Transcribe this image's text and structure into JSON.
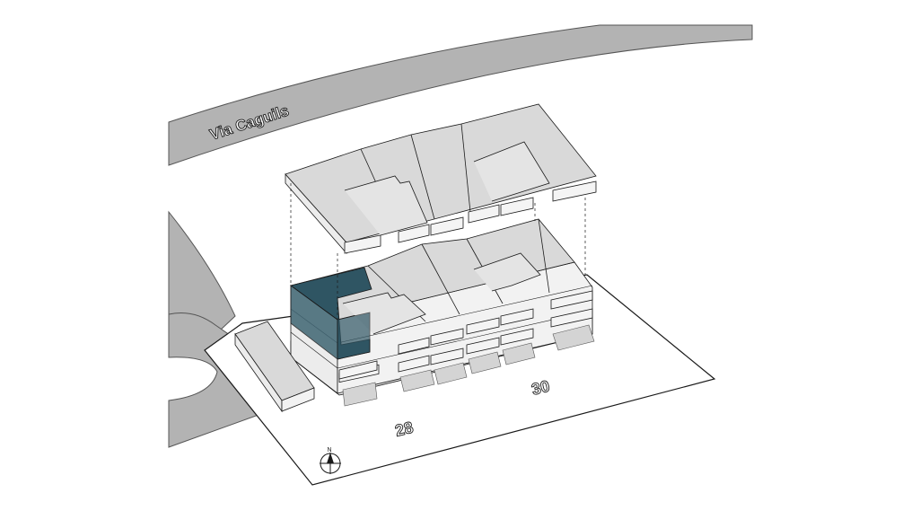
{
  "street": {
    "name": "Via Caguils"
  },
  "lots": [
    {
      "number": "28"
    },
    {
      "number": "30"
    }
  ],
  "compass": {
    "label": "N"
  },
  "colors": {
    "road": "#b3b3b3",
    "road_edge": "#555555",
    "building_roof": "#d9d9d9",
    "building_side": "#ececec",
    "building_dark_side": "#c6c6c6",
    "highlight": "#2f5563",
    "line": "#1a1a1a"
  }
}
